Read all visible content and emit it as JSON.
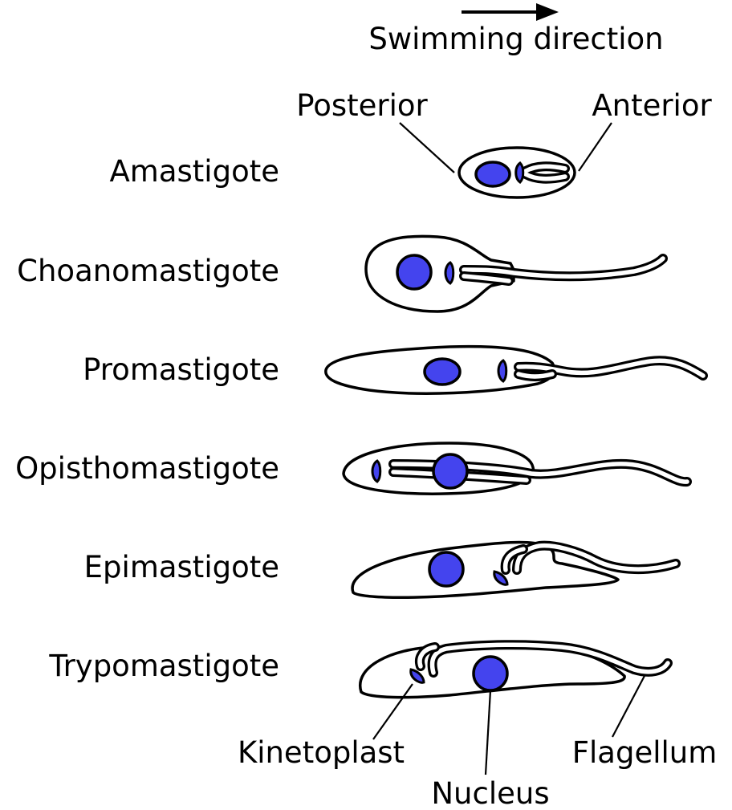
{
  "colors": {
    "organelle": "#4444ee",
    "outline": "#000000",
    "background": "#ffffff"
  },
  "header": {
    "direction_label": "Swimming direction",
    "arrow_icon": "right-arrow-icon"
  },
  "orientation": {
    "posterior": "Posterior",
    "anterior": "Anterior"
  },
  "forms": [
    {
      "name": "Amastigote"
    },
    {
      "name": "Choanomastigote"
    },
    {
      "name": "Promastigote"
    },
    {
      "name": "Opisthomastigote"
    },
    {
      "name": "Epimastigote"
    },
    {
      "name": "Trypomastigote"
    }
  ],
  "parts": {
    "kinetoplast": "Kinetoplast",
    "nucleus": "Nucleus",
    "flagellum": "Flagellum"
  }
}
